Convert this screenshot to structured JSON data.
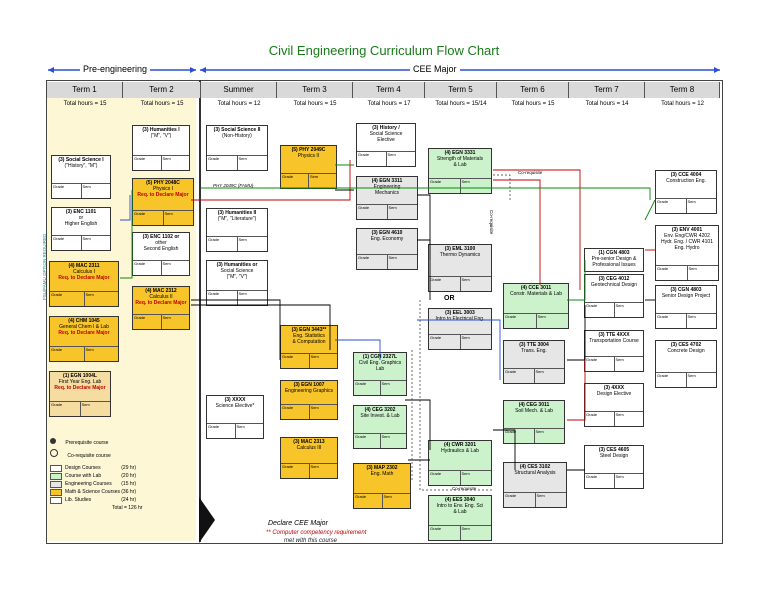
{
  "title": "Civil Engineering Curriculum Flow Chart",
  "sections": {
    "pre": "Pre-engineering",
    "cee": "CEE Major"
  },
  "terms": [
    {
      "name": "Term 1",
      "hours": "Total hours = 15"
    },
    {
      "name": "Term 2",
      "hours": "Total hours = 15"
    },
    {
      "name": "Summer",
      "hours": "Total hours = 12"
    },
    {
      "name": "Term 3",
      "hours": "Total hours = 15"
    },
    {
      "name": "Term 4",
      "hours": "Total hours = 17"
    },
    {
      "name": "Term 5",
      "hours": "Total hours = 15/14"
    },
    {
      "name": "Term 6",
      "hours": "Total hours = 15"
    },
    {
      "name": "Term 7",
      "hours": "Total hours = 14"
    },
    {
      "name": "Term 8",
      "hours": "Total hours = 12"
    }
  ],
  "courses": [
    {
      "id": "c1",
      "lines": [
        "(3) Social Science I",
        "(\"History\", \"M\")"
      ],
      "req": "",
      "type": "lib"
    },
    {
      "id": "c2",
      "lines": [
        "(3) ENC 1101",
        "or",
        "Higher English"
      ],
      "req": "",
      "type": "lib"
    },
    {
      "id": "c3",
      "lines": [
        "(4) MAC 2311",
        "Calculus I"
      ],
      "req": "Req. to Declare Major",
      "type": "math"
    },
    {
      "id": "c4",
      "lines": [
        "(4) CHM 1045",
        "General Chem I & Lab"
      ],
      "req": "Req. to Declare Major",
      "type": "math"
    },
    {
      "id": "c5",
      "lines": [
        "(1) EGN 1004L",
        "First Year Eng. Lab"
      ],
      "req": "Req. to Declare Major",
      "type": "pre"
    },
    {
      "id": "c6",
      "lines": [
        "(3) Humanities I",
        "(\"M\", \"V\")"
      ],
      "req": "",
      "type": "lib"
    },
    {
      "id": "c7",
      "lines": [
        "(5) PHY 2048C",
        "Physics I"
      ],
      "req": "Req. to Declare Major",
      "type": "math"
    },
    {
      "id": "c8",
      "lines": [
        "(3) ENC 1102 or",
        "other",
        "Second English"
      ],
      "req": "",
      "type": "lib"
    },
    {
      "id": "c9",
      "lines": [
        "(4) MAC 2312",
        "Calculus II"
      ],
      "req": "Req. to Declare Major",
      "type": "math"
    },
    {
      "id": "c10",
      "lines": [
        "(3) Social Science II",
        "(Non-History)"
      ],
      "req": "",
      "type": "lib"
    },
    {
      "id": "c11",
      "lines": [
        "(3) Humanities II",
        "(\"M\", \"Literature\")"
      ],
      "req": "",
      "type": "lib"
    },
    {
      "id": "c12",
      "lines": [
        "(3) Humanities or",
        "Social Science",
        "(\"M\", \"V\")"
      ],
      "req": "",
      "type": "lib"
    },
    {
      "id": "c13",
      "lines": [
        "(3) XXXX",
        "Science Elective*"
      ],
      "req": "",
      "type": "lib"
    },
    {
      "id": "c14",
      "lines": [
        "(5) PHY 2049C",
        "Physics II"
      ],
      "req": "",
      "type": "math"
    },
    {
      "id": "c15",
      "lines": [
        "(3) EGN 3443**",
        "Eng. Statistics",
        "& Computation"
      ],
      "req": "",
      "type": "math"
    },
    {
      "id": "c16",
      "lines": [
        "(3) EGN 1007",
        "Engineering Graphics"
      ],
      "req": "",
      "type": "math"
    },
    {
      "id": "c17",
      "lines": [
        "(3) MAC 2313",
        "Calculus III"
      ],
      "req": "",
      "type": "math"
    },
    {
      "id": "c18",
      "lines": [
        "(3) History /",
        "Social Science",
        "Elective"
      ],
      "req": "",
      "type": "lib"
    },
    {
      "id": "c19",
      "lines": [
        "(4) EGN 3311",
        "Engineering",
        "Mechanics"
      ],
      "req": "",
      "type": "eng"
    },
    {
      "id": "c20",
      "lines": [
        "(3) EGN 4610",
        "Eng. Economy"
      ],
      "req": "",
      "type": "eng"
    },
    {
      "id": "c21",
      "lines": [
        "(1) CGN 2327L",
        "Civil Eng. Graphics",
        "Lab"
      ],
      "req": "",
      "type": "lab"
    },
    {
      "id": "c22",
      "lines": [
        "(4) CEG 3202",
        "Site Invest. & Lab"
      ],
      "req": "",
      "type": "lab"
    },
    {
      "id": "c23",
      "lines": [
        "(3) MAP 2302",
        "Eng. Math"
      ],
      "req": "",
      "type": "math"
    },
    {
      "id": "c24",
      "lines": [
        "(4) EGN 3331",
        "Strength of Materials",
        "& Lab"
      ],
      "req": "",
      "type": "lab"
    },
    {
      "id": "c25",
      "lines": [
        "(3) EML 3100",
        "Thermo Dynamics"
      ],
      "req": "",
      "type": "eng"
    },
    {
      "id": "c26",
      "lines": [
        "(3) EEL 3003",
        "Intro to Electrical Eng."
      ],
      "req": "",
      "type": "eng"
    },
    {
      "id": "c27",
      "lines": [
        "(4) CWR 3201",
        "Hydraulics & Lab"
      ],
      "req": "",
      "type": "lab"
    },
    {
      "id": "c28",
      "lines": [
        "(4) EES 3040",
        "Intro to Env. Eng. Sci",
        "& Lab"
      ],
      "req": "",
      "type": "lab"
    },
    {
      "id": "c29",
      "lines": [
        "(4) CCE 3011",
        "Constr. Materials & Lab"
      ],
      "req": "",
      "type": "lab"
    },
    {
      "id": "c30",
      "lines": [
        "(3) TTE 3004",
        "Trans. Eng."
      ],
      "req": "",
      "type": "eng"
    },
    {
      "id": "c31",
      "lines": [
        "(4) CEG 3011",
        "Soil Mech. & Lab"
      ],
      "req": "",
      "type": "lab"
    },
    {
      "id": "c32",
      "lines": [
        "(4) CES 3102",
        "Structural Analysis"
      ],
      "req": "",
      "type": "eng"
    },
    {
      "id": "c33",
      "lines": [
        "(1) CGN 4803",
        "Pre-senior Design &",
        "Professional Issues"
      ],
      "req": "",
      "type": "design"
    },
    {
      "id": "c34",
      "lines": [
        "(3) CEG 4012",
        "Geotechnical Design"
      ],
      "req": "",
      "type": "design"
    },
    {
      "id": "c35",
      "lines": [
        "(3) TTE 4XXX",
        "Transportation Course"
      ],
      "req": "",
      "type": "design"
    },
    {
      "id": "c36",
      "lines": [
        "(3) 4XXX",
        "Design Elective"
      ],
      "req": "",
      "type": "design"
    },
    {
      "id": "c37",
      "lines": [
        "(3) CES 4605",
        "Steel Design"
      ],
      "req": "",
      "type": "design"
    },
    {
      "id": "c38",
      "lines": [
        "(3) CCE 4004",
        "Construction Eng."
      ],
      "req": "",
      "type": "design"
    },
    {
      "id": "c39",
      "lines": [
        "(3) ENV 4001",
        "Env. Eng/CWR 4202",
        "Hydr. Eng. / CWR 4101",
        "Eng. Hydro"
      ],
      "req": "",
      "type": "design"
    },
    {
      "id": "c40",
      "lines": [
        "(3) CGN 4803",
        "Senior Design Project"
      ],
      "req": "",
      "type": "design"
    },
    {
      "id": "c41",
      "lines": [
        "(3) CES 4702",
        "Concrete Design"
      ],
      "req": "",
      "type": "design"
    }
  ],
  "cell_labels": {
    "grade": "Grade",
    "sem": "Sem"
  },
  "extra": {
    "phy_note": "PHY 2049C (FAMU)",
    "or": "OR",
    "coreq1": "Co-requisite",
    "coreq2": "Co-requisite",
    "coreq3": "Co-requisite",
    "side": "FSU/FAMU OPTION REQUIRED"
  },
  "legend": {
    "prereq": "Prerequisite course",
    "coreq": "Co-requisite course",
    "items": [
      {
        "label": "Design Courses",
        "hrs": "(29 hr)",
        "color": "#ffffff"
      },
      {
        "label": "Course with Lab",
        "hrs": "(20 hr)",
        "color": "#ccf2cc"
      },
      {
        "label": "Engineering Courses",
        "hrs": "(15 hr)",
        "color": "#e6e6e6"
      },
      {
        "label": "Math & Science Courses",
        "hrs": "(36 hr)",
        "color": "#f7c42a"
      },
      {
        "label": "Lib. Studies",
        "hrs": "(24 hr)",
        "color": "#ffffff"
      }
    ],
    "total": "Total = 126 hr"
  },
  "footer": {
    "declare": "Declare CEE Major",
    "asterisk": "** Computer competency requirement",
    "asterisk2": "met with this course"
  }
}
